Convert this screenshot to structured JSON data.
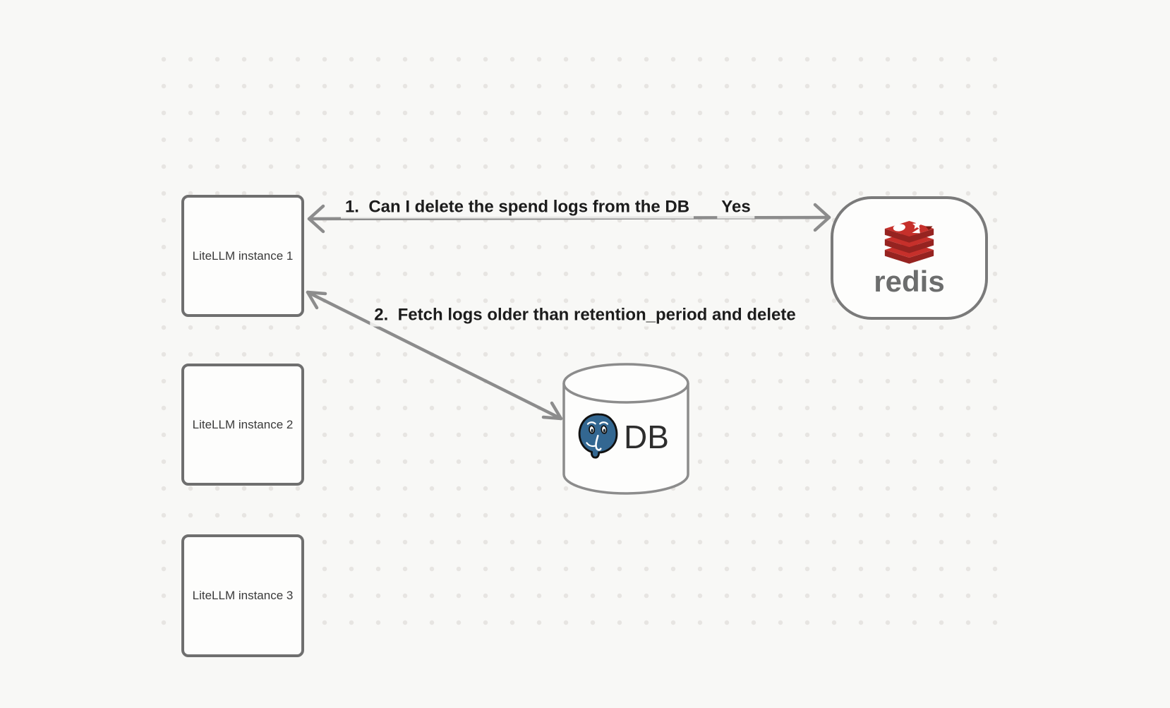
{
  "nodes": {
    "instance1": {
      "label": "LiteLLM instance 1"
    },
    "instance2": {
      "label": "LiteLLM instance 2"
    },
    "instance3": {
      "label": "LiteLLM instance 3"
    },
    "redis": {
      "wordmark": "redis"
    },
    "db": {
      "label": "DB"
    }
  },
  "edges": {
    "ask": {
      "label": "1.  Can I delete the spend logs from the DB"
    },
    "answer": {
      "label": "Yes"
    },
    "fetch": {
      "label": "2.  Fetch logs older than retention_period and delete"
    }
  },
  "colors": {
    "background": "#f8f8f6",
    "dot": "#e7e5e2",
    "box_border": "#6f6f6f",
    "arrow": "#8c8c8c",
    "label_text": "#1c1c1c",
    "redis_red": "#c6302b",
    "redis_red_dark": "#962320",
    "redis_word_gray": "#6c6d6d",
    "postgres_blue": "#336791"
  }
}
